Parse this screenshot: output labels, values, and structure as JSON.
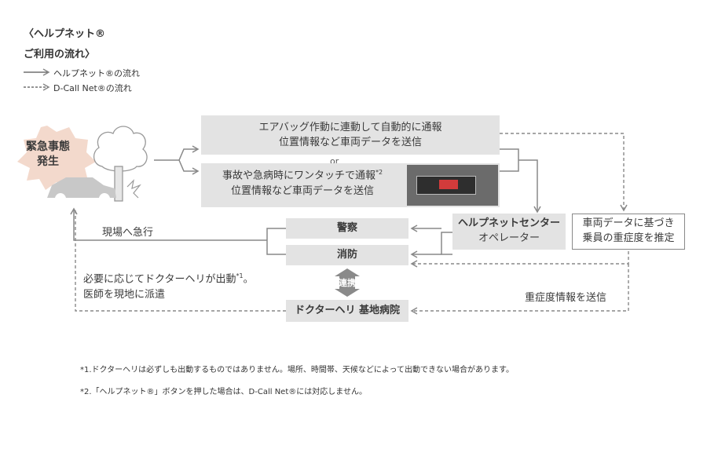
{
  "header": {
    "title_line1": "〈ヘルプネット®",
    "title_line2": "ご利用の流れ〉",
    "legend_solid": "ヘルプネット®の流れ",
    "legend_dashed": "D-Call Net®の流れ"
  },
  "emergency": {
    "label": "緊急事態\n発生"
  },
  "auto_box": {
    "line1": "エアバッグ作動に連動して自動的に通報",
    "line2": "位置情報など車両データを送信"
  },
  "or_label": "or",
  "manual_box": {
    "line1": "事故や急病時にワンタッチで通報",
    "sup": "*2",
    "line2": "位置情報など車両データを送信"
  },
  "center_box": {
    "line1": "ヘルプネットセンター",
    "line2": "オペレーター"
  },
  "estimate_box": {
    "line1": "車両データに基づき",
    "line2": "乗員の重症度を推定"
  },
  "police_box": "警察",
  "fire_box": "消防",
  "renkei": "連携",
  "heli_box": "ドクターヘリ 基地病院",
  "rush_label": "現場へ急行",
  "heli_note": {
    "line1": "必要に応じてドクターヘリが出動",
    "sup": "*1",
    "line1_end": "。",
    "line2": "医師を現地に派遣"
  },
  "severity_label": "重症度情報を送信",
  "footnotes": {
    "note1": "*1.ドクターヘリは必ずしも出動するものではありません。場所、時間帯、天候などによって出動できない場合があります。",
    "note2": "*2.「ヘルプネット®」ボタンを押した場合は、D-Call Net®には対応しません。"
  },
  "colors": {
    "box_fill": "#e3e3e3",
    "line": "#888888",
    "burst": "#f3d9cc",
    "renkei": "#8a8a8a"
  },
  "icons": [
    "car-crash-icon",
    "tree-icon",
    "helpnet-button-icon"
  ]
}
